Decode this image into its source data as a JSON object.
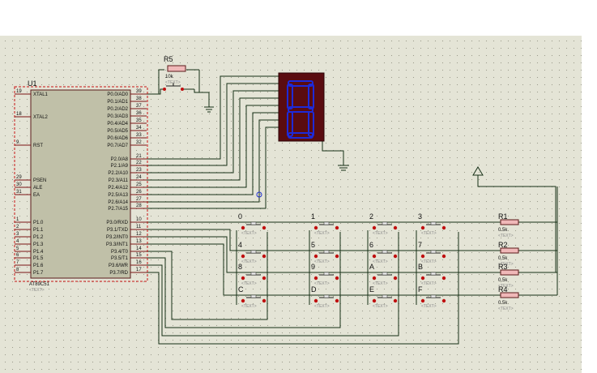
{
  "mcu": {
    "ref": "U1",
    "part": "AT89C51",
    "text_tag": "<TEXT>",
    "left_pins": [
      {
        "num": "19",
        "name": "XTAL1"
      },
      {
        "num": "18",
        "name": "XTAL2"
      },
      {
        "num": "9",
        "name": "RST"
      },
      {
        "num": "29",
        "name": "PSEN"
      },
      {
        "num": "30",
        "name": "ALE"
      },
      {
        "num": "31",
        "name": "EA"
      },
      {
        "num": "1",
        "name": "P1.0"
      },
      {
        "num": "2",
        "name": "P1.1"
      },
      {
        "num": "3",
        "name": "P1.2"
      },
      {
        "num": "4",
        "name": "P1.3"
      },
      {
        "num": "5",
        "name": "P1.4"
      },
      {
        "num": "6",
        "name": "P1.5"
      },
      {
        "num": "7",
        "name": "P1.6"
      },
      {
        "num": "8",
        "name": "P1.7"
      }
    ],
    "right_pins": [
      {
        "num": "39",
        "name": "P0.0/AD0"
      },
      {
        "num": "38",
        "name": "P0.1/AD1"
      },
      {
        "num": "37",
        "name": "P0.2/AD2"
      },
      {
        "num": "36",
        "name": "P0.3/AD3"
      },
      {
        "num": "35",
        "name": "P0.4/AD4"
      },
      {
        "num": "34",
        "name": "P0.5/AD5"
      },
      {
        "num": "33",
        "name": "P0.6/AD6"
      },
      {
        "num": "32",
        "name": "P0.7/AD7"
      },
      {
        "num": "21",
        "name": "P2.0/A8"
      },
      {
        "num": "22",
        "name": "P2.1/A9"
      },
      {
        "num": "23",
        "name": "P2.2/A10"
      },
      {
        "num": "24",
        "name": "P2.3/A11"
      },
      {
        "num": "25",
        "name": "P2.4/A12"
      },
      {
        "num": "26",
        "name": "P2.5/A13"
      },
      {
        "num": "27",
        "name": "P2.6/A14"
      },
      {
        "num": "28",
        "name": "P2.7/A15"
      },
      {
        "num": "10",
        "name": "P3.0/RXD"
      },
      {
        "num": "11",
        "name": "P3.1/TXD"
      },
      {
        "num": "12",
        "name": "P3.2/INT0"
      },
      {
        "num": "13",
        "name": "P3.3/INT1"
      },
      {
        "num": "14",
        "name": "P3.4/T0"
      },
      {
        "num": "15",
        "name": "P3.5/T1"
      },
      {
        "num": "16",
        "name": "P3.6/WR"
      },
      {
        "num": "17",
        "name": "P3.7/RD"
      }
    ]
  },
  "r5": {
    "ref": "R5",
    "value": "10k",
    "text_tag": "<TEXT>"
  },
  "display": {
    "digit": "8",
    "segment_color": "#1e2ad8",
    "body_color": "#5a0c10"
  },
  "keys": [
    {
      "label": "0",
      "text_tag": "<TEXT>"
    },
    {
      "label": "1",
      "text_tag": "<TEXT>"
    },
    {
      "label": "2",
      "text_tag": "<TEXT>"
    },
    {
      "label": "3",
      "text_tag": "<TEXT>"
    },
    {
      "label": "4",
      "text_tag": "<TEXT>"
    },
    {
      "label": "5",
      "text_tag": "<TEXT>"
    },
    {
      "label": "6",
      "text_tag": "<TEXT>"
    },
    {
      "label": "7",
      "text_tag": "<TEXT>"
    },
    {
      "label": "8",
      "text_tag": "<TEXT>"
    },
    {
      "label": "9",
      "text_tag": "<TEXT>"
    },
    {
      "label": "A",
      "text_tag": "<TEXT>"
    },
    {
      "label": "B",
      "text_tag": "<TEXT>"
    },
    {
      "label": "C",
      "text_tag": "<TEXT>"
    },
    {
      "label": "D",
      "text_tag": "<TEXT>"
    },
    {
      "label": "E",
      "text_tag": "<TEXT>"
    },
    {
      "label": "F",
      "text_tag": "<TEXT>"
    }
  ],
  "resistors": [
    {
      "ref": "R1",
      "value": "0.5k",
      "text_tag": "<TEXT>"
    },
    {
      "ref": "R2",
      "value": "0.5k",
      "text_tag": "<TEXT>"
    },
    {
      "ref": "R3",
      "value": "0.5k",
      "text_tag": "<TEXT>"
    },
    {
      "ref": "R4",
      "value": "0.5k",
      "text_tag": "<TEXT>"
    }
  ],
  "colors": {
    "wire": "#163016",
    "component": "#c0c0a8",
    "pin": "#7a1414",
    "canvas": "#e4e4d6",
    "resistor_fill": "#f0b8b8"
  }
}
